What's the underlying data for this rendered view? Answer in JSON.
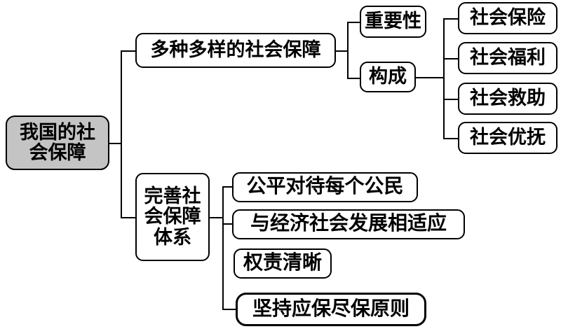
{
  "diagram": {
    "title": "我国的社会保障",
    "type": "mind-map",
    "colors": {
      "root_fill": "#c4c4c4",
      "node_fill": "#ffffff",
      "stroke": "#000000",
      "background": "#ffffff"
    },
    "nodes": {
      "root": {
        "label": "我国的社会保障",
        "line1": "我国的社",
        "line2": "会保障"
      },
      "branch1": {
        "label": "多种多样的社会保障"
      },
      "branch1_child1": {
        "label": "重要性"
      },
      "branch1_child2": {
        "label": "构成"
      },
      "composition": [
        {
          "label": "社会保险"
        },
        {
          "label": "社会福利"
        },
        {
          "label": "社会救助"
        },
        {
          "label": "社会优抚"
        }
      ],
      "branch2": {
        "label": "完善社会保障体系",
        "line1": "完善社",
        "line2": "会保障",
        "line3": "体系"
      },
      "improvements": [
        {
          "label": "公平对待每个公民"
        },
        {
          "label": "与经济社会发展相适应"
        },
        {
          "label": "权责清晰"
        },
        {
          "label": "坚持应保尽保原则"
        }
      ]
    }
  }
}
